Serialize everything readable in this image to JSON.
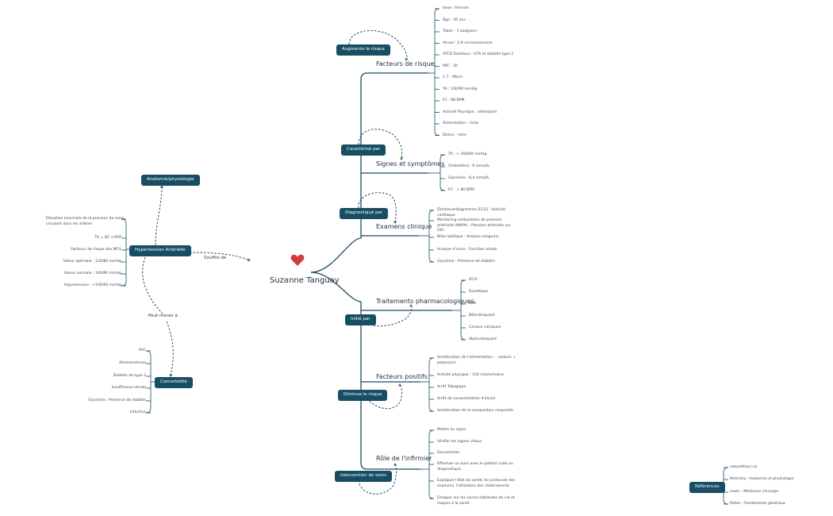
{
  "center_title": "Suzanne Tanguay",
  "hypertension": {
    "label": "Hypertension Artérielle",
    "anatomy": "Anatomie/physiologie",
    "soufflé": "Souffre de",
    "peut_mener": "Peut mener à",
    "comorbidite": "Comorbidité",
    "definitions": [
      "Élévation anormale de la pression du sang circulant dans les artères",
      "TA = DC x RVP",
      "Facteurs de risque des MCV",
      "Valeur optimale : 120/80 mmHg",
      "Valeur normale : 140/90 mmHg",
      "Hypertension : >140/90 mmHg"
    ],
    "comorbidities": [
      "AVC",
      "Athérosclérose",
      "Diabète de type 2",
      "Insuffisance rénale",
      "Glycémie : Présence de diabète",
      "Infarctus"
    ]
  },
  "branches": [
    {
      "title": "Facteurs de risque",
      "tag": "Augmente le risque",
      "leaves": [
        "Sexe : Femme",
        "Âge : 45 ans",
        "Tabac : 1 paq/jours",
        "Alcool : 2-4 verres/semaine",
        "ATCD familiaux : HTA et diabète type 2",
        "IMC : 30",
        "C.T : 96cm",
        "TA : 160/90 mmHg",
        "FC : 86 BPM",
        "Activité Physique : sédentaire",
        "Alimentation : riche",
        "Stress : riche"
      ]
    },
    {
      "title": "Signes et symptômes",
      "tag": "Caractérisé par",
      "leaves": [
        "TA : > 160/90 mmHg",
        "Cholestérol : 6 mmol/L",
        "Glycémie : 8,4 mmol/L",
        "FC : > 80 BPM"
      ]
    },
    {
      "title": "Examens clinique",
      "tag": "Diagnostiqué par",
      "leaves": [
        "Électrocardiogramme (ECG) : Activité cardiaque",
        "Monitoring ambulatoire de pression artérielle (MAPA) : Pression artérielle sur 24h",
        "Bilan lipidique : Analyse sanguine",
        "Analyse d'urine : Fonction rénale",
        "Glycémie : Présence de diabète"
      ]
    },
    {
      "title": "Traitements pharmacologiques",
      "tag": "Initié par",
      "leaves": [
        "IECA",
        "Diurétique",
        "ARA",
        "Bêta-bloquant",
        "Canaux calciques",
        "Alpha-bloquant"
      ]
    },
    {
      "title": "Facteurs positifs",
      "tag": "Diminue le risque",
      "leaves": [
        "Amélioration de l'alimentation : - sodium + potassium",
        "Activité physique : 150 min/semaine",
        "Arrêt Tabagique",
        "Arrêt de consommation d'alcool",
        "Amélioration de la composition corporelle"
      ]
    },
    {
      "title": "Rôle de l'infirmier",
      "tag": "Intervention de soins",
      "leaves": [
        "Mettre au repos",
        "Vérifier les signes vitaux",
        "Documenter",
        "Effectuer un suivi avec le patient suite au diagnostique",
        "Expliquer l'état de santé, les protocole des examens, l'utilisation des médicaments",
        "Éduquer sur les saines habitudes de vie et risques à la santé"
      ]
    }
  ],
  "references": {
    "label": "Références",
    "items": [
      "cœurethavc.ca",
      "Mckinley : Anatomie et physiologie",
      "Lewis : Médecine chirurgie",
      "Potter : Fondements généraux"
    ]
  },
  "colors": {
    "pill": "#184e63",
    "line": "#184e63",
    "heart": "#d63a3a"
  }
}
